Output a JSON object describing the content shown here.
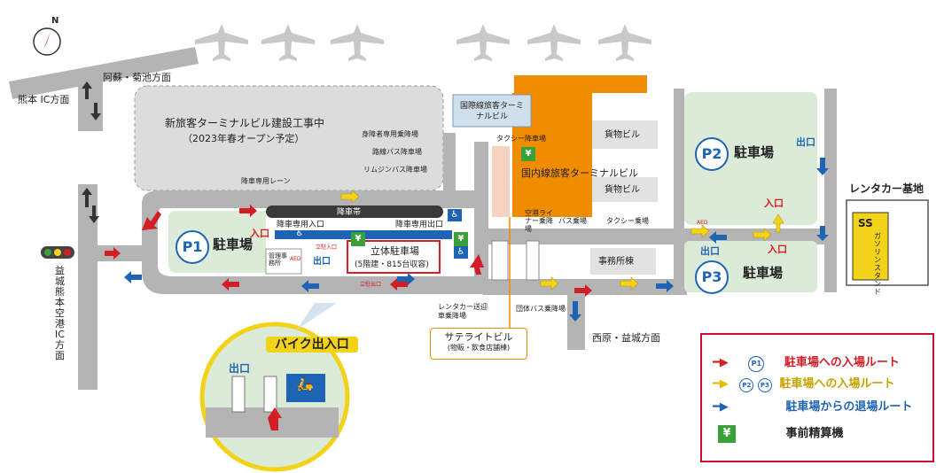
{
  "compass": {
    "label": "N"
  },
  "terminal": {
    "construction_title": "新旅客ターミナルビル建設工事中",
    "construction_sub": "（2023年春オープン予定）",
    "international_label": "国際線旅客ターミナルビル",
    "domestic_label": "国内線旅客ターミナルビル",
    "cargo1": "貨物ビル",
    "cargo2": "貨物ビル",
    "office": "事務所棟"
  },
  "roads": {
    "kumamoto_ic": "熊本 IC方面",
    "aso": "阿蘇・菊池方面",
    "mashiki": "益城熊本空港IC方面",
    "nishihara": "西原・益城方面"
  },
  "stops": {
    "handicap_stop": "身障者専用乗降場",
    "route_bus": "路線バス降車場",
    "limousine": "リムジンバス降車場",
    "taxi_drop": "タクシー降車場",
    "dropoff_lane": "降車専用レーン",
    "dropoff_zone": "降車帯",
    "dropoff_entrance": "降車専用入口",
    "dropoff_exit": "降車専用出口",
    "airport_liner": "空港ライナー乗降場",
    "bus_stop": "バス乗場",
    "taxi_stop": "タクシー乗場",
    "rental_pickup": "レンタカー送迎車乗降場",
    "group_bus": "団体バス乗降場"
  },
  "parking": {
    "p1": "P1",
    "p2": "P2",
    "p3": "P3",
    "lot_label": "駐車場",
    "garage_title": "立体駐車場",
    "garage_sub": "(5階建・815台収容)",
    "mgmt_office": "管理事務所",
    "aed": "AED",
    "entrance": "入口",
    "exit": "出口",
    "small_entrance": "立駐入口",
    "small_exit": "立駐出口",
    "wheelchair": "♿",
    "yen": "¥"
  },
  "rental": {
    "base": "レンタカー基地",
    "ss": "SS",
    "gas": "ガソリンスタンド"
  },
  "satellite": {
    "title": "サテライトビル",
    "sub": "(物販・飲食店舗棟)"
  },
  "bike": {
    "title": "バイク出入口",
    "exit": "出口"
  },
  "legend": {
    "p1_tag": "P1",
    "p2_tag": "P2",
    "p3_tag": "P3",
    "entry_p1": "駐車場への入場ルート",
    "entry_p23": "駐車場への入場ルート",
    "exit_route": "駐車場からの退場ルート",
    "prepay": "事前精算機",
    "yen": "¥"
  },
  "colors": {
    "road": "#b4b4b4",
    "lot": "#dcebd7",
    "domestic": "#f08c00",
    "intl": "#cfe0ec",
    "red": "#d21e24",
    "yellow": "#f3d31a",
    "blue": "#1e64b4",
    "green": "#3aa03a"
  }
}
